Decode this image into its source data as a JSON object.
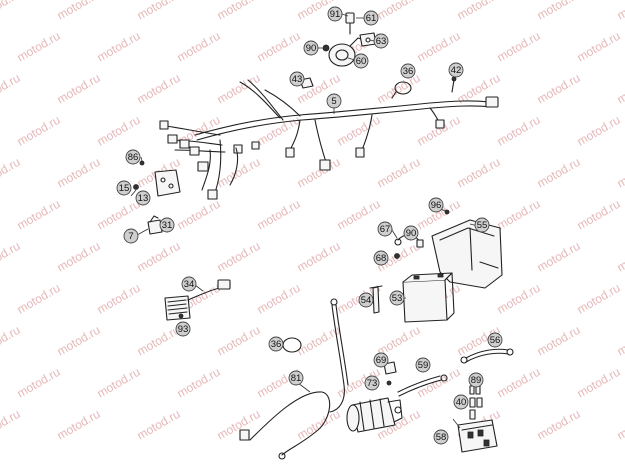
{
  "watermark": "motod.ru",
  "callouts": [
    {
      "id": "c91",
      "label": "91"
    },
    {
      "id": "c61",
      "label": "61"
    },
    {
      "id": "c90a",
      "label": "90"
    },
    {
      "id": "c63",
      "label": "63"
    },
    {
      "id": "c60",
      "label": "60"
    },
    {
      "id": "c43",
      "label": "43"
    },
    {
      "id": "c36a",
      "label": "36"
    },
    {
      "id": "c42",
      "label": "42"
    },
    {
      "id": "c5",
      "label": "5"
    },
    {
      "id": "c86",
      "label": "86"
    },
    {
      "id": "c15",
      "label": "15"
    },
    {
      "id": "c13",
      "label": "13"
    },
    {
      "id": "c7",
      "label": "7"
    },
    {
      "id": "c31",
      "label": "31"
    },
    {
      "id": "c96",
      "label": "96"
    },
    {
      "id": "c55",
      "label": "55"
    },
    {
      "id": "c67",
      "label": "67"
    },
    {
      "id": "c90b",
      "label": "90"
    },
    {
      "id": "c68",
      "label": "68"
    },
    {
      "id": "c34",
      "label": "34"
    },
    {
      "id": "c93",
      "label": "93"
    },
    {
      "id": "c54",
      "label": "54"
    },
    {
      "id": "c53",
      "label": "53"
    },
    {
      "id": "c36b",
      "label": "36"
    },
    {
      "id": "c81",
      "label": "81"
    },
    {
      "id": "c69",
      "label": "69"
    },
    {
      "id": "c59",
      "label": "59"
    },
    {
      "id": "c56",
      "label": "56"
    },
    {
      "id": "c73",
      "label": "73"
    },
    {
      "id": "c89",
      "label": "89"
    },
    {
      "id": "c40",
      "label": "40"
    },
    {
      "id": "c58",
      "label": "58"
    }
  ]
}
